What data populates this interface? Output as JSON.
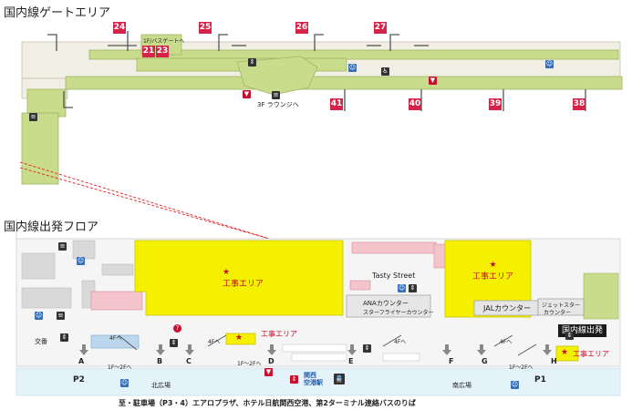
{
  "gate_area": {
    "title": "国内線ゲートエリア",
    "gates_top": [
      "24",
      "25",
      "26",
      "27"
    ],
    "gates_sub": [
      "21",
      "23"
    ],
    "gates_bottom": [
      "41",
      "40",
      "39",
      "38"
    ],
    "bus_label": "1F/バスゲートへ",
    "lounge_label": "3F ラウンジへ"
  },
  "departure_floor": {
    "title": "国内線出発フロア",
    "construction_label": "工事エリア",
    "tasty_street": "Tasty Street",
    "ana_counter": "ANAカウンター",
    "star_flyer_counter": "スターフライヤーカウンター",
    "jal_counter": "JALカウンター",
    "jetstar_counter_line1": "ジェットスター",
    "jetstar_counter_line2": "カウンター",
    "domestic_departure": "国内線出発",
    "police": "交番",
    "north_plaza": "北広場",
    "south_plaza": "南広場",
    "station_line1": "関西",
    "station_line2": "空港駅",
    "parking_p2": "P2",
    "parking_p1": "P1",
    "entrances": [
      "A",
      "B",
      "C",
      "D",
      "E",
      "F",
      "G",
      "H"
    ],
    "escalator_label": "4Fへ",
    "escalator_label_1f": "1F〜2Fへ",
    "footer_text": "至・駐車場（P3・4）エアロプラザ、ホテル日航関西空港、第2ターミナル連絡バスのりば"
  },
  "colors": {
    "gate_red": "#d6234a",
    "corridor_green": "#c8dc8c",
    "construction_yellow": "#f5f000",
    "shop_pink": "#f4c4cc",
    "plaza_blue": "#e4f2fa",
    "red_dash": "#e0201e"
  },
  "icons": [
    "restroom-icon",
    "elevator-icon",
    "escalator-icon",
    "info-icon",
    "train-icon",
    "star-icon",
    "nursery-icon",
    "escalator-icon"
  ]
}
